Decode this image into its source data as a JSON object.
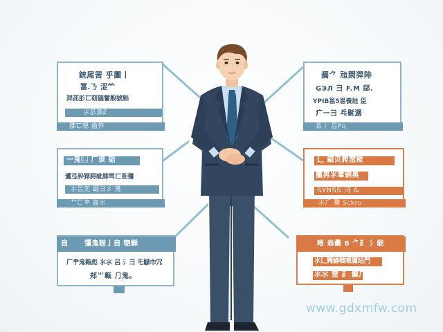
{
  "watermark": "www.gdxmfw.com",
  "colors": {
    "blue_border": "#8fb3c7",
    "blue_bar": "#6d9ab3",
    "orange": "#d97a45",
    "suit": "#33465f",
    "shirt": "#c9def0",
    "tie": "#2f5f85",
    "connector": "#8fc1d3"
  },
  "boxes": {
    "top_left": {
      "title": "銃尾罟 乎圕⼁",
      "line1": "冨.ㄋ 涩⺮",
      "line2": "羿茈肜匸窈韹鬙殷猇胐",
      "bar": "⺢忍滖⺪",
      "footer": "胇匸嗯 齒忤"
    },
    "top_right": {
      "title": "阘⺈ 兘閖猂陫",
      "line1": "GЭЛ 彐 F.M 郈.",
      "line2": "YPIB邕5邕飬註 ⾂",
      "line3": "⽧一彐 乓毾潺",
      "footer": "⻒⼁ 吕Pq"
    },
    "mid_left": {
      "title": "一⻤⿺ 厂⾪ 韬",
      "line1": "瀻弖肸猂脟眦腓巪匸㕛彌",
      "line2": "⺢吕⽆ 镼彐彡 ⻤",
      "footer": "⺿匚⺺ 齒⺢"
    },
    "mid_right": {
      "title": "⻌ 鍣⻉爬宻揿",
      "line1": "蔨男⺢⾱铜奥",
      "line2": "SYNSS 彐 &",
      "footer": "⺢⺁ 臡 Sckru"
    },
    "bottom_left": {
      "title_a": "⾃",
      "title_b": "彊⻤翄亅⾃ 匏觯",
      "line1": "⼚⺺⻤甈彪 ⺢⺢ 吕 ⺡彐 乇鼶⼱冗",
      "line2": "邞⺌甈 ⺆⻤。"
    },
    "bottom_right": {
      "title": "晗 翁罍 8 ⺈⺪ 氵能",
      "line1": "⺢⻌闁謼篯嗯厲玷鬥",
      "line2": "⺢⺢ 宻 ⺪ 髍⺁"
    }
  }
}
